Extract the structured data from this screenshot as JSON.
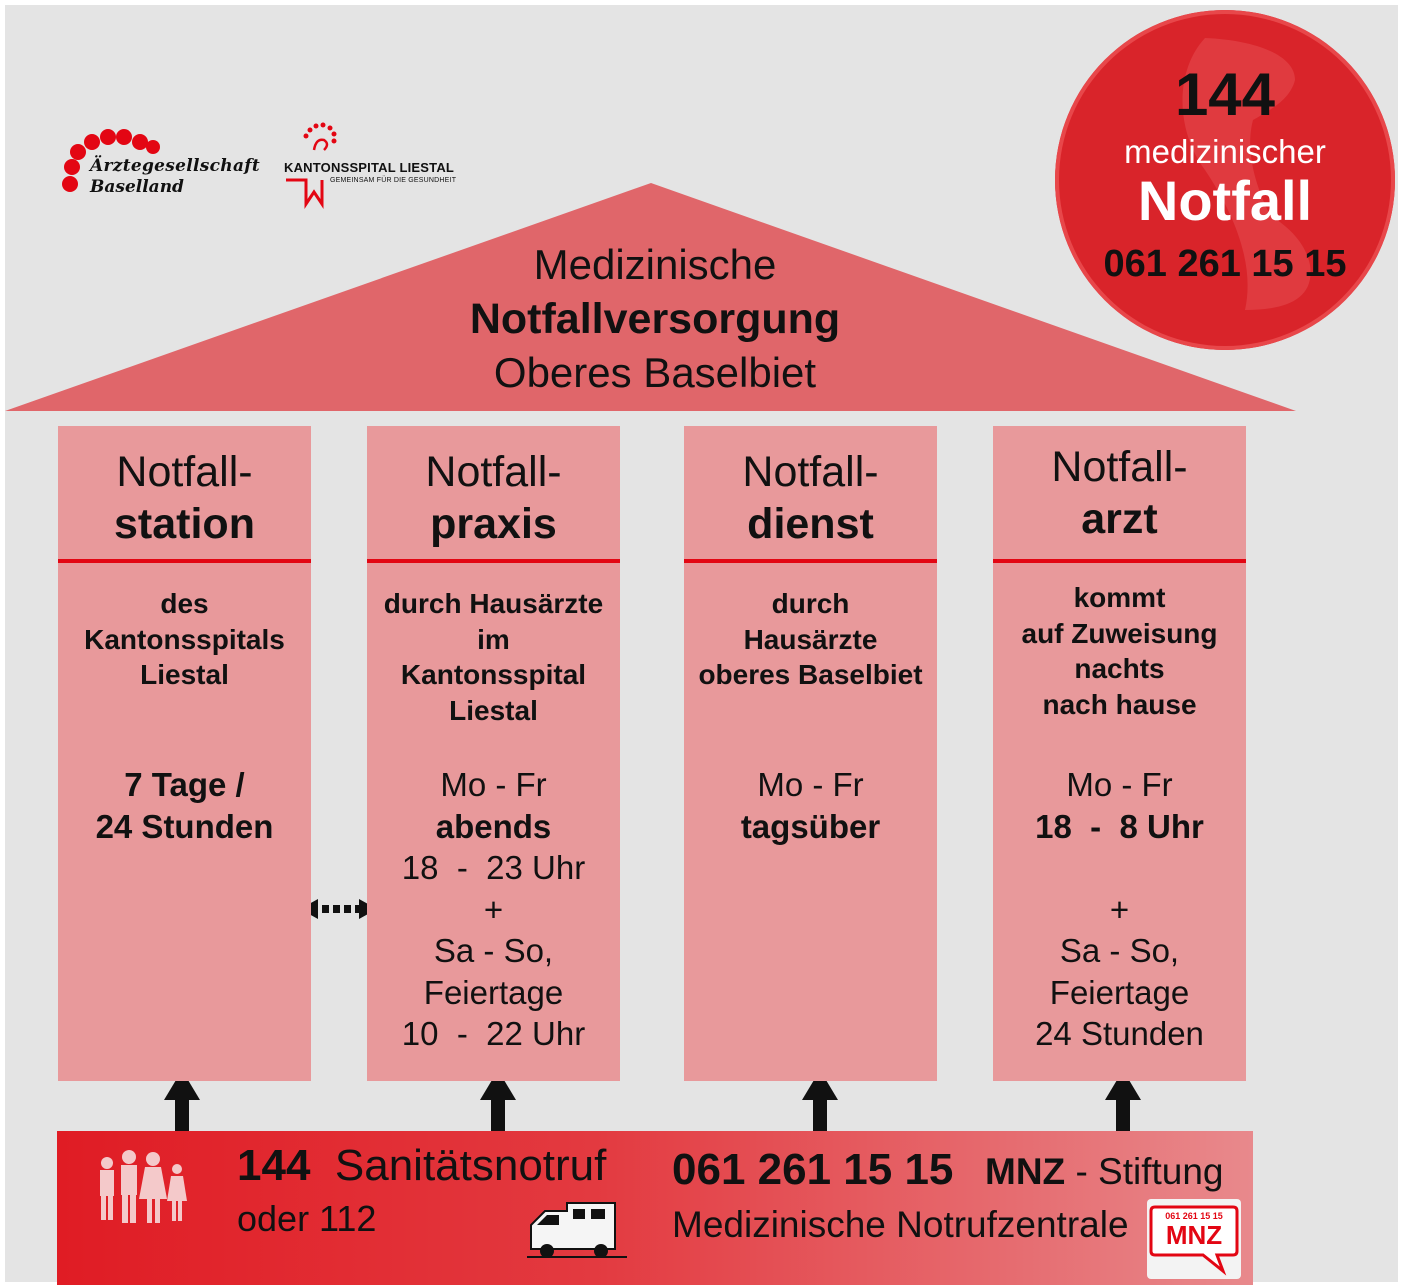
{
  "logos": {
    "aerzte": {
      "line1": "Ärztegesellschaft",
      "line2": "Baselland"
    },
    "ksl": {
      "name": "KANTONSSPITAL LIESTAL",
      "tagline": "GEMEINSAM FÜR DIE GESUNDHEIT"
    }
  },
  "roof": {
    "line1": "Medizinische",
    "line2": "Notfallversorgung",
    "line3": "Oberes Baselbiet"
  },
  "emergency": {
    "number": "144",
    "line1": "medizinischer",
    "line2": "Notfall",
    "phone": "061 261 15 15"
  },
  "pillars": [
    {
      "title1": "Notfall-",
      "title2": "station",
      "desc": [
        "des",
        "Kantonsspitals",
        "Liestal"
      ],
      "times": [
        {
          "text": "7 Tage /",
          "bold": true
        },
        {
          "text": "24 Stunden",
          "bold": true
        }
      ]
    },
    {
      "title1": "Notfall-",
      "title2": "praxis",
      "desc": [
        "durch Hausärzte",
        "im",
        "Kantonsspital",
        "Liestal"
      ],
      "times": [
        {
          "text": "Mo - Fr",
          "bold": false
        },
        {
          "text": "abends",
          "bold": true
        },
        {
          "text": "18  -  23 Uhr",
          "bold": false
        },
        {
          "text": "+",
          "bold": false
        },
        {
          "text": "Sa - So,",
          "bold": false
        },
        {
          "text": "Feiertage",
          "bold": false
        },
        {
          "text": "10  -  22 Uhr",
          "bold": false
        }
      ]
    },
    {
      "title1": "Notfall-",
      "title2": "dienst",
      "desc": [
        "durch",
        "Hausärzte",
        "oberes Baselbiet"
      ],
      "times": [
        {
          "text": "Mo - Fr",
          "bold": false
        },
        {
          "text": "tagsüber",
          "bold": true
        }
      ]
    },
    {
      "title1": "Notfall-",
      "title2": "arzt",
      "desc": [
        "kommt",
        "auf Zuweisung",
        "nachts",
        "nach hause"
      ],
      "times": [
        {
          "text": "Mo - Fr",
          "bold": false
        },
        {
          "text": "18  -  8 Uhr",
          "bold": true
        },
        {
          "text": "",
          "bold": false
        },
        {
          "text": "+",
          "bold": false
        },
        {
          "text": "Sa - So,",
          "bold": false
        },
        {
          "text": "Feiertage",
          "bold": false
        },
        {
          "text": "24 Stunden",
          "bold": false
        }
      ]
    }
  ],
  "bottom": {
    "num144": "144",
    "sanitaet": "Sanitätsnotruf",
    "oder": "oder 112",
    "phone": "061 261 15 15",
    "mnz": "MNZ",
    "stiftung": "- Stiftung",
    "zentrale": "Medizinische Notrufzentrale",
    "logo_number": "061 261 15 15",
    "logo_text": "MNZ"
  },
  "colors": {
    "roof": "#e0666a",
    "pillar": "#e8999b",
    "accent_red": "#e30613",
    "circle": "#d9242a",
    "background": "#e4e4e4"
  }
}
